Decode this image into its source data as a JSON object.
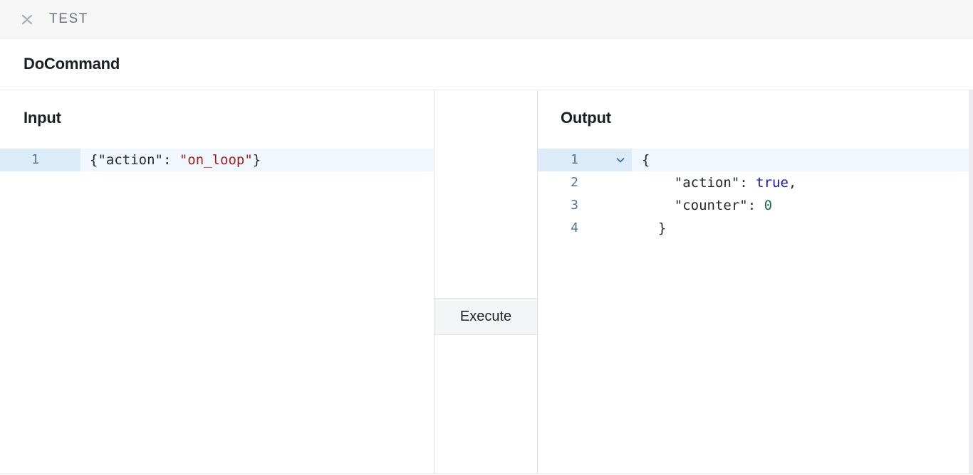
{
  "test_bar": {
    "collapse_icon": "collapse-vertical-icon",
    "label": "TEST"
  },
  "command": {
    "title": "DoCommand"
  },
  "input_panel": {
    "heading": "Input",
    "lines": [
      {
        "number": "1",
        "active": true,
        "tokens": [
          {
            "text": "{\"action\": ",
            "type": "plain"
          },
          {
            "text": "\"on_loop\"",
            "type": "string"
          },
          {
            "text": "}",
            "type": "plain"
          }
        ]
      }
    ]
  },
  "middle_panel": {
    "execute_label": "Execute"
  },
  "output_panel": {
    "heading": "Output",
    "fold_icon": "chevron-down-icon",
    "lines": [
      {
        "number": "1",
        "active": true,
        "fold": true,
        "tokens": [
          {
            "text": "{",
            "type": "plain"
          }
        ]
      },
      {
        "number": "2",
        "active": false,
        "fold": false,
        "tokens": [
          {
            "text": "    \"action\": ",
            "type": "plain"
          },
          {
            "text": "true",
            "type": "boolean"
          },
          {
            "text": ",",
            "type": "plain"
          }
        ]
      },
      {
        "number": "3",
        "active": false,
        "fold": false,
        "tokens": [
          {
            "text": "    \"counter\": ",
            "type": "plain"
          },
          {
            "text": "0",
            "type": "number"
          }
        ]
      },
      {
        "number": "4",
        "active": false,
        "fold": false,
        "tokens": [
          {
            "text": "  }",
            "type": "plain"
          }
        ]
      }
    ]
  },
  "colors": {
    "string": "#a02020",
    "boolean": "#1a1aae",
    "number": "#23694a",
    "line_number": "#517394",
    "active_line": "#f0f7fe",
    "active_gutter": "#dcebf8"
  }
}
